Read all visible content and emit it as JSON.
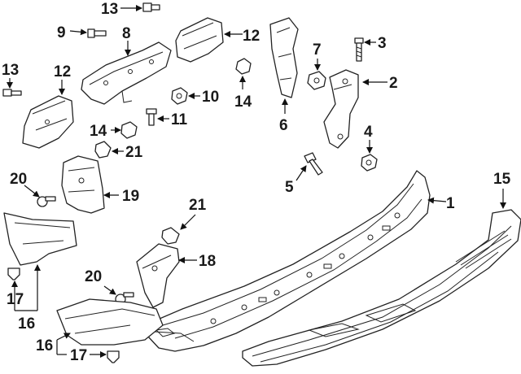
{
  "diagram": {
    "callouts": {
      "c1": "1",
      "c2": "2",
      "c3": "3",
      "c4": "4",
      "c5": "5",
      "c6": "6",
      "c7": "7",
      "c8": "8",
      "c9": "9",
      "c10": "10",
      "c11": "11",
      "c12a": "12",
      "c12b": "12",
      "c13a": "13",
      "c13b": "13",
      "c14a": "14",
      "c14b": "14",
      "c15": "15",
      "c16a": "16",
      "c16b": "16",
      "c17a": "17",
      "c17b": "17",
      "c18": "18",
      "c19": "19",
      "c20a": "20",
      "c20b": "20",
      "c21a": "21",
      "c21b": "21"
    }
  }
}
